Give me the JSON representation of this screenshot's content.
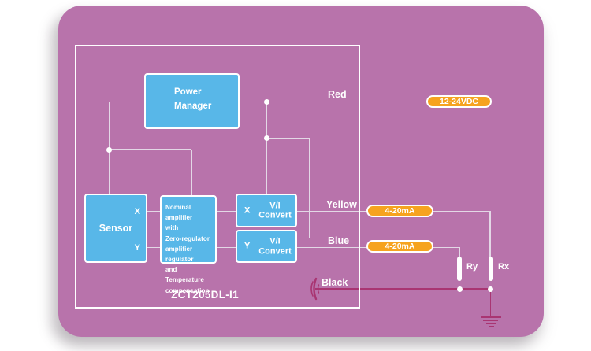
{
  "board": {
    "model_label": "ZCT205DL-I1"
  },
  "blocks": {
    "power_manager": {
      "line1": "Power",
      "line2": "Manager"
    },
    "sensor": {
      "label": "Sensor",
      "port_x": "X",
      "port_y": "Y"
    },
    "amplifier": {
      "lines": [
        "Nominal amplifier",
        "with",
        "Zero-regulator",
        "amplifier regulator",
        "and Temperature",
        "compensation"
      ]
    },
    "vi_convert_x": {
      "port": "X",
      "line1": "V/I",
      "line2": "Convert"
    },
    "vi_convert_y": {
      "port": "Y",
      "line1": "V/I",
      "line2": "Convert"
    }
  },
  "wires": {
    "red": {
      "label": "Red",
      "tag": "12-24VDC"
    },
    "yellow": {
      "label": "Yellow",
      "tag": "4-20mA"
    },
    "blue": {
      "label": "Blue",
      "tag": "4-20mA"
    },
    "black": {
      "label": "Black"
    }
  },
  "resistors": {
    "ry": "Ry",
    "rx": "Rx"
  },
  "colors": {
    "card_purple": "#b873ab",
    "block_blue": "#58b7e8",
    "pill_orange": "#f6a31f",
    "wire_light": "#e3d8e6",
    "wire_magenta": "#a93572",
    "text_white": "#ffffff"
  }
}
